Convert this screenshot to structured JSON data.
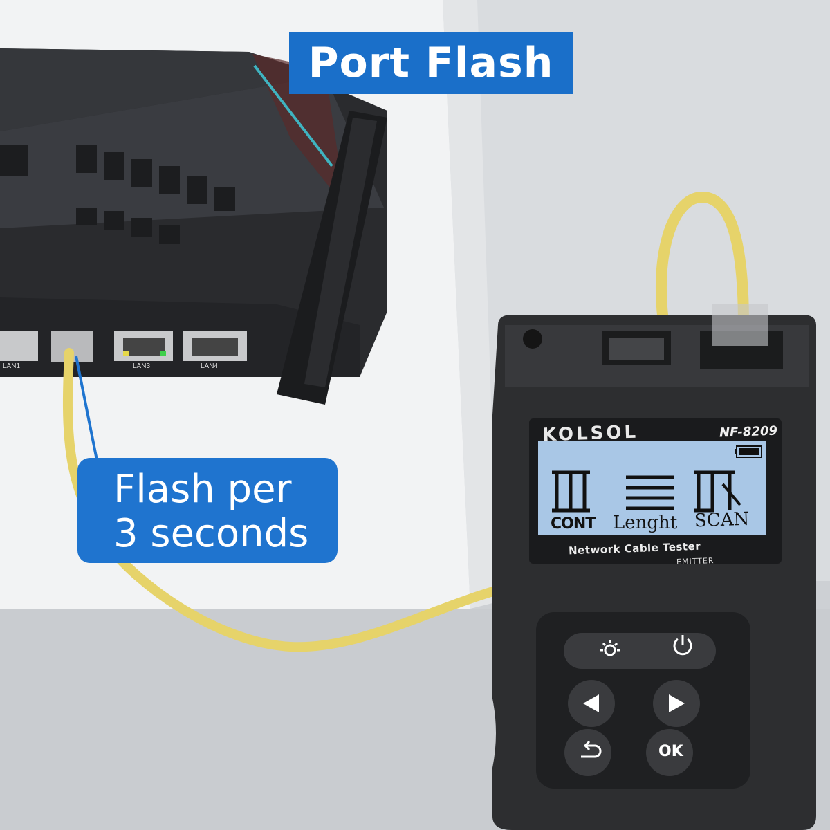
{
  "callouts": {
    "title": "Port Flash",
    "flash_line1": "Flash per",
    "flash_line2": "3 seconds"
  },
  "device": {
    "brand": "KOLSOL",
    "model": "NF-8209",
    "screen_labels": {
      "cont": "CONT",
      "length": "Lenght",
      "scan": "SCAN"
    },
    "product_label": "Network Cable Tester",
    "sub_label": "EMITTER",
    "ok_button": "OK",
    "icons": [
      "battery-icon",
      "light-icon",
      "power-icon",
      "left-arrow-icon",
      "right-arrow-icon",
      "back-icon"
    ]
  },
  "router": {
    "port_labels": [
      "LAN1",
      "LAN3",
      "LAN4"
    ]
  },
  "colors": {
    "callout_blue": "#1a6fc9",
    "cable_yellow": "#e8d66a",
    "device_body": "#2d2e30",
    "lcd": "#a9c7e6"
  }
}
